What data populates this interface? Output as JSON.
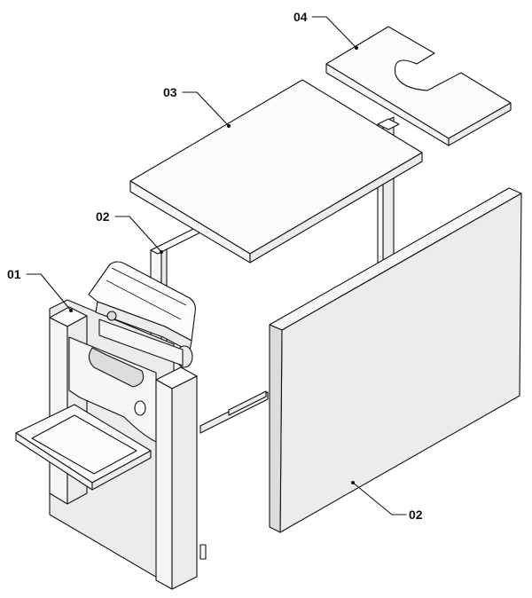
{
  "labels": {
    "part_01": "01",
    "part_02_frame": "02",
    "part_02_panel": "02",
    "part_03": "03",
    "part_04": "04"
  }
}
